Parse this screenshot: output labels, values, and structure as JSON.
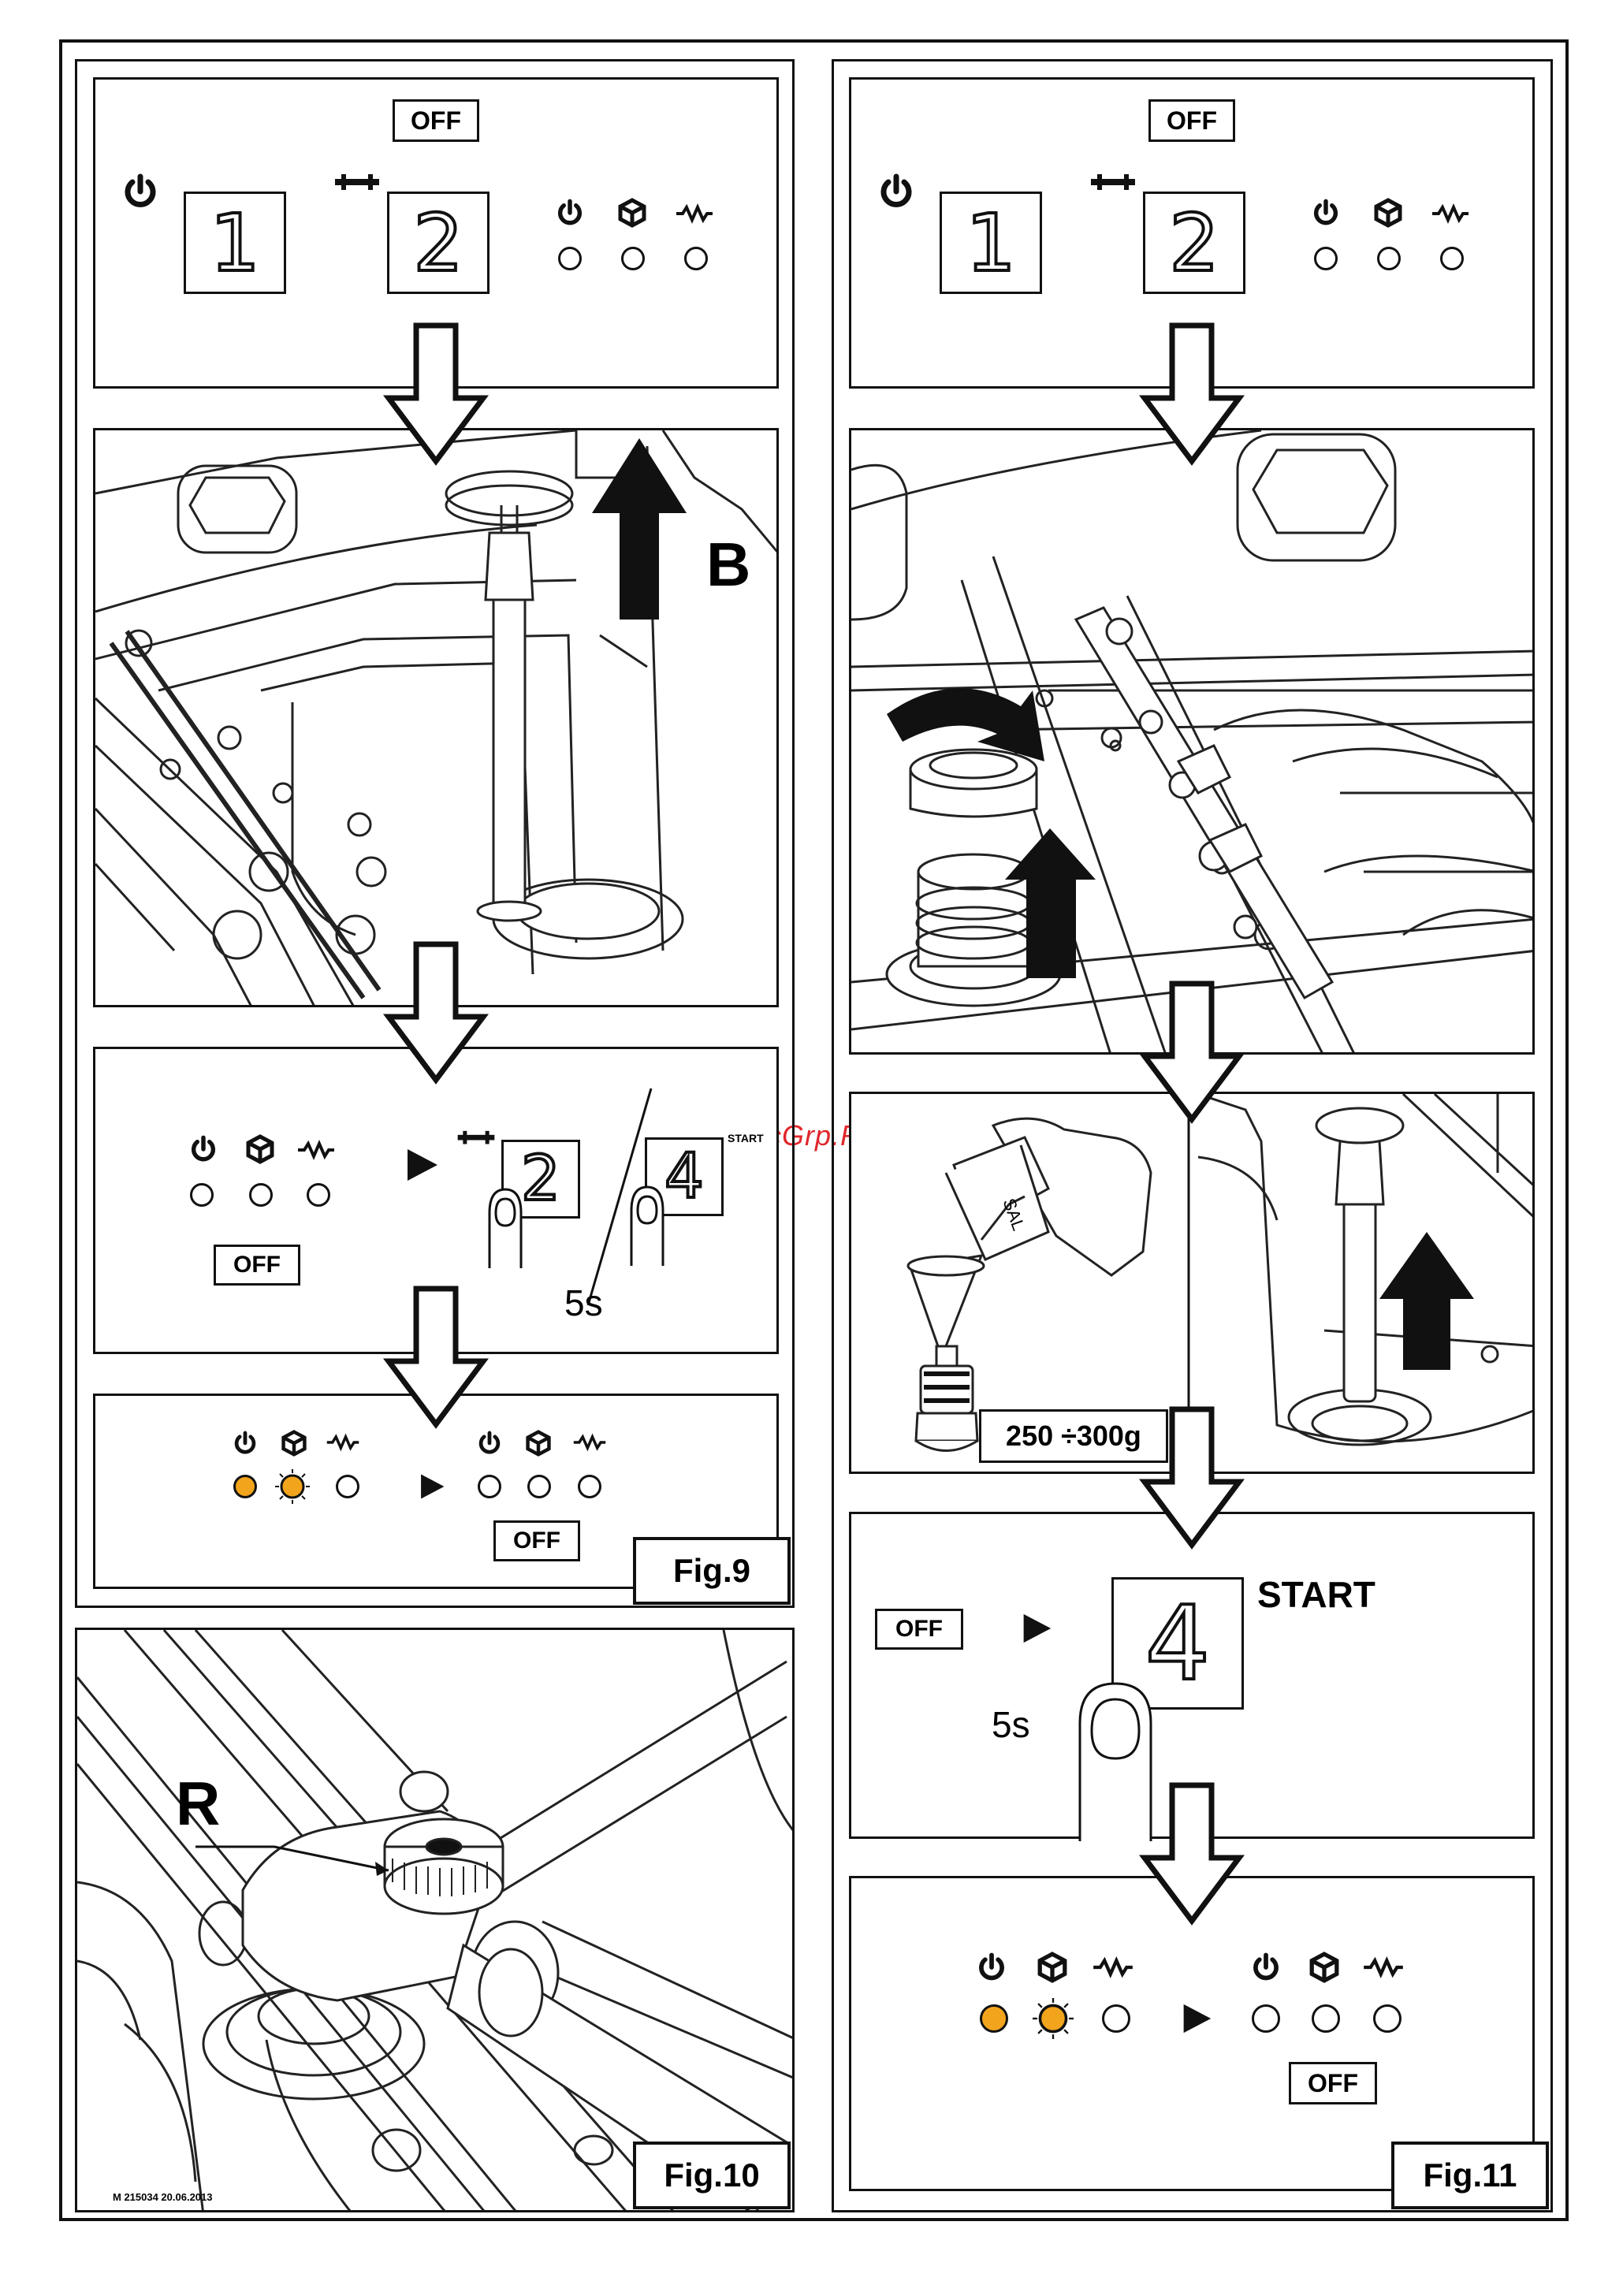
{
  "watermark": "McGrp.Ru",
  "icons": {
    "power": "power-icon",
    "salt": "salt-indicator-icon",
    "heater": "heater-icon",
    "drain": "drain-icon",
    "play": "play-arrow-icon",
    "finger": "finger-press-icon",
    "down_arrow": "down-arrow-icon",
    "up_arrow": "up-arrow-icon",
    "rotate": "rotate-arrow-icon"
  },
  "colors": {
    "led_on": "#f2a41d",
    "line": "#111111"
  },
  "fig9": {
    "label": "Fig.9",
    "panel1": {
      "off": "OFF",
      "key1": "1",
      "key2": "2"
    },
    "photo_label": "B",
    "panel3": {
      "off": "OFF",
      "key2": "2",
      "key4": "4",
      "start": "START",
      "time": "5s"
    },
    "panel4": {
      "off": "OFF"
    }
  },
  "fig10": {
    "label": "Fig.10",
    "part_label": "R",
    "footer_code": "M 215034 20.06.2013"
  },
  "fig11": {
    "label": "Fig.11",
    "panel1": {
      "off": "OFF",
      "key1": "1",
      "key2": "2"
    },
    "salt_amount": "250 ÷300g",
    "salt_pack": "SAL",
    "panel_start": {
      "off": "OFF",
      "key4": "4",
      "start": "START",
      "time": "5s"
    },
    "panel_final": {
      "off": "OFF"
    }
  }
}
